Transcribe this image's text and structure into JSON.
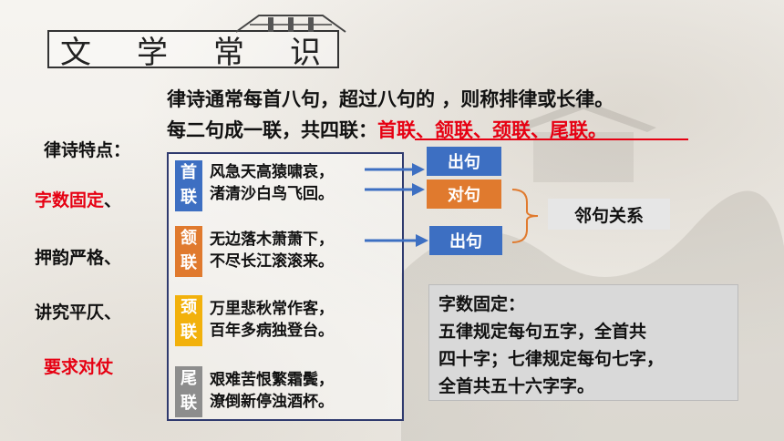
{
  "title": "文学常识",
  "intro": {
    "line1": "律诗通常每首八句，超过八句的 ，则称排律或长律。",
    "line2_prefix": "每二句成一联，共四联：",
    "line2_red": "首联、颔联、颈联、尾联。"
  },
  "features": {
    "heading": "律诗特点：",
    "items": [
      {
        "text": "字数固定",
        "suffix": "、"
      },
      {
        "text": "押韵严格、",
        "suffix": ""
      },
      {
        "text": "讲究平仄、",
        "suffix": ""
      },
      {
        "text": "要求对仗",
        "suffix": ""
      }
    ]
  },
  "couplets": [
    {
      "tag": "首联",
      "line1": "风急天高猿啸哀，",
      "line2": "渚清沙白鸟飞回。",
      "color": "#3d6fc2"
    },
    {
      "tag": "颔联",
      "line1": "无边落木萧萧下，",
      "line2": "不尽长江滚滚来。",
      "color": "#e07a2e"
    },
    {
      "tag": "颈联",
      "line1": "万里悲秋常作客，",
      "line2": "百年多病独登台。",
      "color": "#f2b10c"
    },
    {
      "tag": "尾联",
      "line1": "艰难苦恨繁霜鬓，",
      "line2": "潦倒新停浊酒杯。",
      "color": "#8d8d8d"
    }
  ],
  "labels": {
    "chu1": "出句",
    "dui": "对句",
    "chu2": "出句",
    "relation": "邻句关系"
  },
  "note": {
    "heading": "字数固定：",
    "lines": [
      "五律规定每句五字，全首共",
      "四十字；七律规定每句七字，",
      "全首共五十六字字。"
    ]
  },
  "colors": {
    "red": "#e60012",
    "blue": "#3d6fc2",
    "orange": "#e07a2e",
    "yellow": "#f2b10c",
    "gray": "#8d8d8d",
    "frame": "#2f3a6e"
  }
}
